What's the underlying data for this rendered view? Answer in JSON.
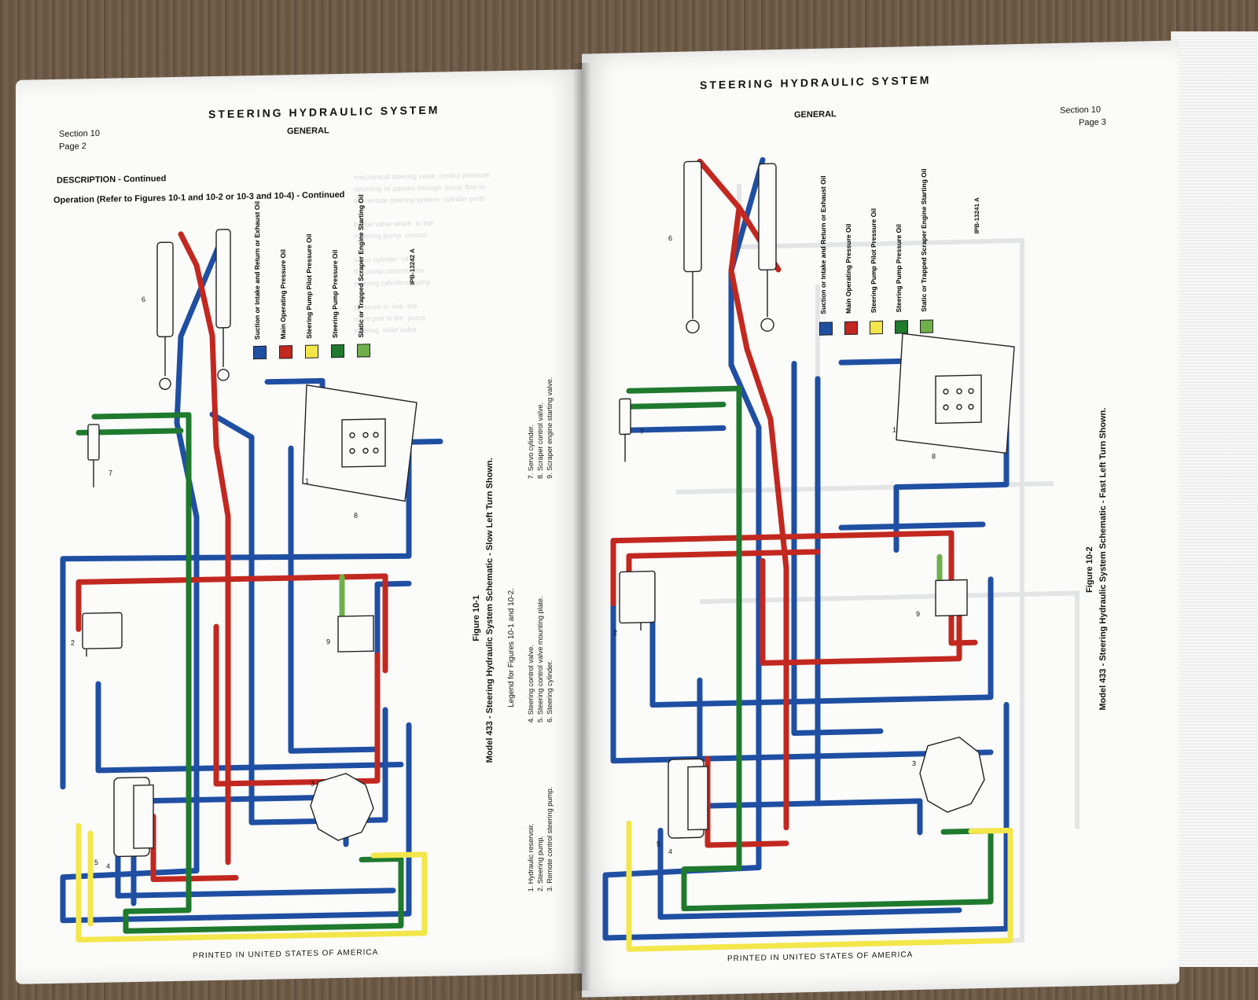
{
  "left_page": {
    "system_title": "STEERING HYDRAULIC SYSTEM",
    "section": "Section 10",
    "page": "Page 2",
    "heading": "GENERAL",
    "subheading": "DESCRIPTION - Continued",
    "operation": "Operation (Refer to Figures 10-1 and 10-2 or 10-3 and 10-4) - Continued",
    "image_code": "IPB-13242 A",
    "figure_label": "Figure 10-1",
    "figure_caption": "Model 433 - Steering Hydraulic System Schematic - Slow Left Turn Shown.",
    "legend_title": "Legend for Figures 10-1 and 10-2.",
    "legend_col1": [
      "1. Hydraulic reservoir.",
      "2. Steering pump.",
      "3. Remote control steering pump."
    ],
    "legend_col2": [
      "4. Steering control valve.",
      "5. Steering control valve mounting plate.",
      "6. Steering cylinder."
    ],
    "legend_col3": [
      "7. Servo cylinder.",
      "8. Scraper control valve.",
      "9. Scraper engine starting valve."
    ],
    "footer": "PRINTED IN UNITED STATES OF AMERICA"
  },
  "right_page": {
    "system_title": "STEERING HYDRAULIC SYSTEM",
    "heading": "GENERAL",
    "section": "Section 10",
    "page": "Page 3",
    "image_code": "IPB-13241 A",
    "figure_label": "Figure 10-2",
    "figure_caption": "Model 433 - Steering Hydraulic System Schematic - Fast Left Turn Shown.",
    "footer": "PRINTED IN UNITED STATES OF AMERICA"
  },
  "color_legend": [
    {
      "label": "Suction or Intake and Return or Exhaust Oil",
      "color": "#1f4fa3"
    },
    {
      "label": "Main Operating Pressure Oil",
      "color": "#c2281f"
    },
    {
      "label": "Steering Pump Pilot Pressure Oil",
      "color": "#f3e64a"
    },
    {
      "label": "Steering Pump Pressure Oil",
      "color": "#1f7a2e"
    },
    {
      "label": "Static or Trapped Scraper Engine Starting Oil",
      "color": "#6fb04a"
    }
  ],
  "component_numbers": [
    "1",
    "2",
    "3",
    "4",
    "5",
    "6",
    "7",
    "8",
    "9"
  ]
}
